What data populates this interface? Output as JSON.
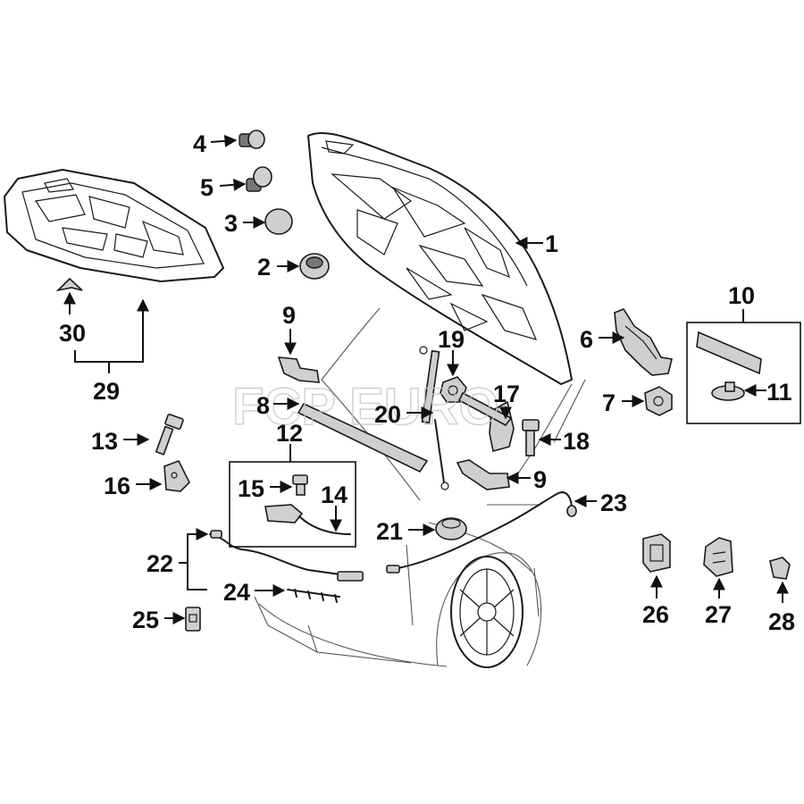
{
  "watermark": "FCP EURO",
  "callouts": [
    {
      "n": "1"
    },
    {
      "n": "2"
    },
    {
      "n": "3"
    },
    {
      "n": "4"
    },
    {
      "n": "5"
    },
    {
      "n": "6"
    },
    {
      "n": "7"
    },
    {
      "n": "8"
    },
    {
      "n": "9"
    },
    {
      "n": "9"
    },
    {
      "n": "10"
    },
    {
      "n": "11"
    },
    {
      "n": "12"
    },
    {
      "n": "13"
    },
    {
      "n": "14"
    },
    {
      "n": "15"
    },
    {
      "n": "16"
    },
    {
      "n": "17"
    },
    {
      "n": "18"
    },
    {
      "n": "19"
    },
    {
      "n": "20"
    },
    {
      "n": "21"
    },
    {
      "n": "22"
    },
    {
      "n": "23"
    },
    {
      "n": "24"
    },
    {
      "n": "25"
    },
    {
      "n": "26"
    },
    {
      "n": "27"
    },
    {
      "n": "28"
    },
    {
      "n": "29"
    },
    {
      "n": "30"
    }
  ]
}
